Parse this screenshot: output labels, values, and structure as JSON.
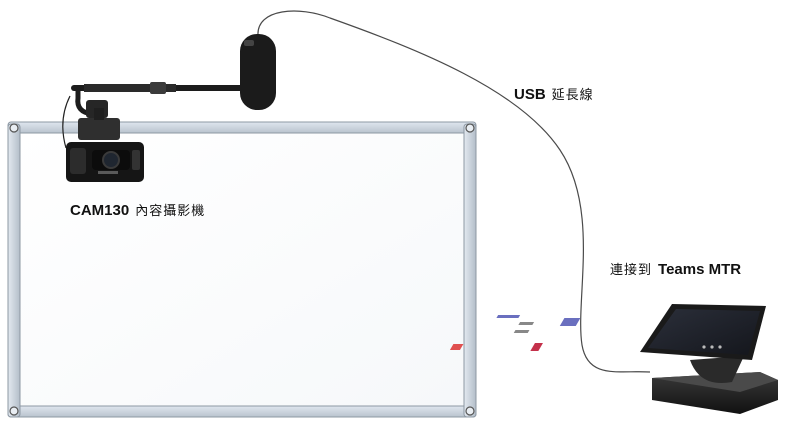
{
  "labels": {
    "camera": {
      "model": "CAM130",
      "desc": "內容攝影機"
    },
    "cable": {
      "type": "USB",
      "desc": "延長線"
    },
    "connect": {
      "prefix": "連接到",
      "target": "Teams MTR"
    }
  }
}
